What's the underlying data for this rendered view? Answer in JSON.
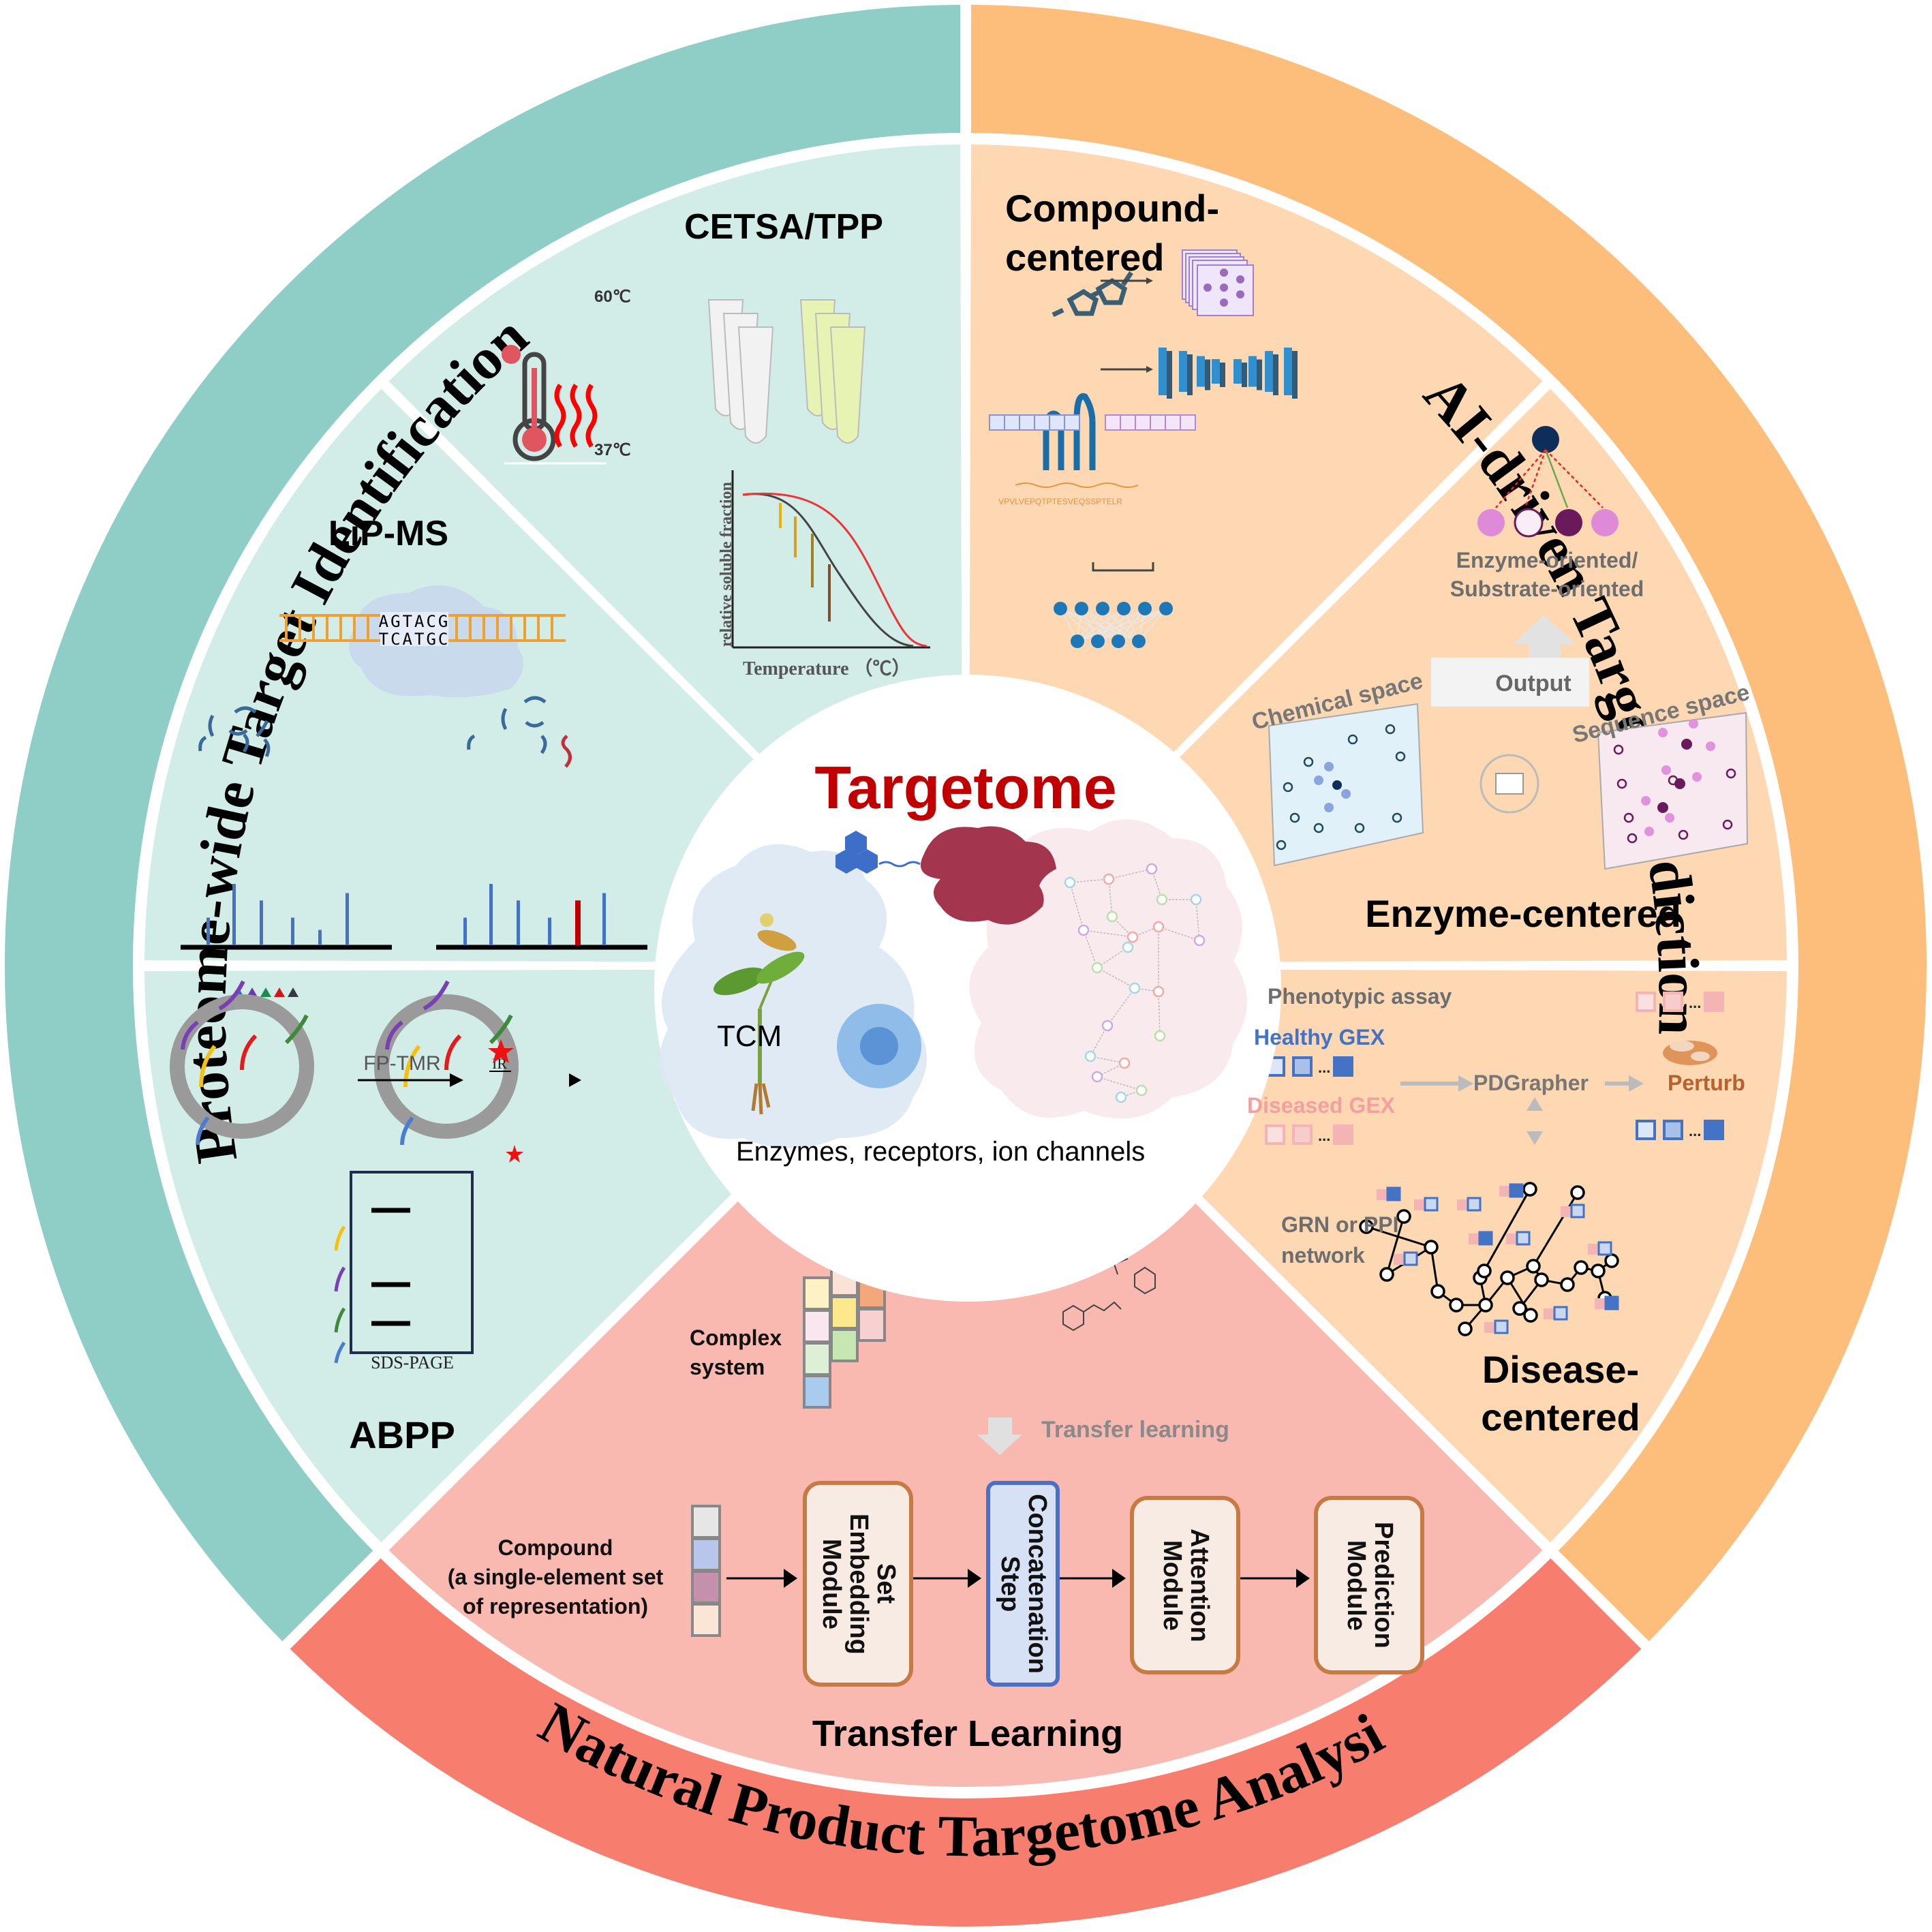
{
  "colors": {
    "teal_ring": "#8fcdc7",
    "teal_inner": "#d2ece8",
    "orange_ring": "#fdbd7b",
    "orange_inner": "#fdd8b2",
    "salmon_ring": "#f77e6f",
    "salmon_inner": "#f9b9b0",
    "title_red": "#c00000",
    "divider": "#ffffff"
  },
  "center": {
    "title": "Targetome",
    "tcm_label": "TCM",
    "targets_label": "Enzymes, receptors, ion channels"
  },
  "rings": {
    "left": "Proteome-wide Target Identification",
    "right": "AI-driven Target Prediction",
    "bottom": "Natural Product Targetome Analysis"
  },
  "cetsa": {
    "title": "CETSA/TPP",
    "temp_high": "60℃",
    "temp_low": "37℃",
    "plot": {
      "ylabel": "relative soluble fraction",
      "xlabel": "Temperature （℃）"
    }
  },
  "lip": {
    "title": "LiP-MS",
    "dna_top": "AGTACG",
    "dna_bottom": "TCATGC",
    "spectrum_left": [
      0.45,
      1.0,
      0.73,
      0.45,
      0.25,
      0.85
    ],
    "spectrum_right": [
      0.45,
      1.0,
      0.73,
      0.45,
      0.73,
      0.85
    ],
    "highlight_peak_index": 4
  },
  "abpp": {
    "title": "ABPP",
    "probe_label": "FP-TMR",
    "ir_label": "IR",
    "gel_label": "SDS-PAGE",
    "probe_colors": [
      "#3f6fc0",
      "#6a3aa8",
      "#1b8c4a",
      "#d01818",
      "#333a44"
    ]
  },
  "compound": {
    "title_line1": "Compound-",
    "title_line2": "centered",
    "sequence": "VPVLVEPQTPTESVEQSSPTELR"
  },
  "enzyme": {
    "title": "Enzyme-centered",
    "orient_line1": "Enzyme-oriented/",
    "orient_line2": "Substrate-oriented",
    "output_label": "Output",
    "chem_space": "Chemical space",
    "seq_space": "Sequence space"
  },
  "disease": {
    "title_line1": "Disease-",
    "title_line2": "centered",
    "phenotypic": "Phenotypic assay",
    "healthy": "Healthy GEX",
    "diseased": "Diseased GEX",
    "model": "PDGrapher",
    "perturb": "Perturb",
    "network_line1": "GRN or PPI",
    "network_line2": "network",
    "ellipsis": "..."
  },
  "transfer": {
    "title": "Transfer Learning",
    "complex_line1": "Complex",
    "complex_line2": "system",
    "transfer_label": "Transfer learning",
    "compound_line1": "Compound",
    "compound_line2": "(a single-element set",
    "compound_line3": "of representation)",
    "modules": [
      {
        "label": "Set Embedding Module",
        "lines": [
          "Set",
          "Embedding",
          "Module"
        ]
      },
      {
        "label": "Concatenation Step",
        "lines": [
          "Concatenation",
          "Step"
        ]
      },
      {
        "label": "Attention Module",
        "lines": [
          "Attention",
          "Module"
        ]
      },
      {
        "label": "Prediction Module",
        "lines": [
          "Prediction",
          "Module"
        ]
      }
    ]
  }
}
